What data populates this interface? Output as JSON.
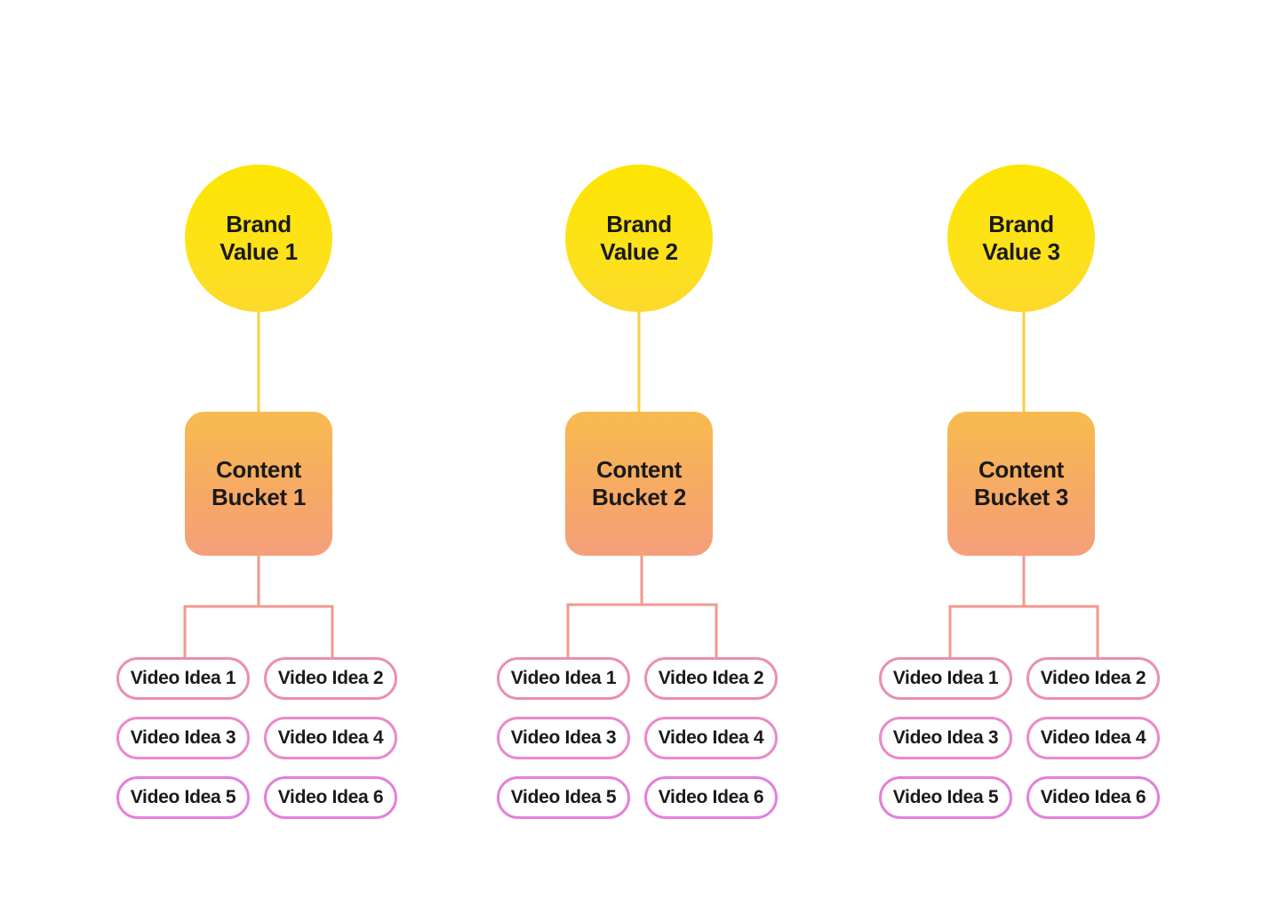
{
  "columns": [
    {
      "brand_value": "Brand Value 1",
      "content_bucket": "Content Bucket 1",
      "video_ideas": [
        "Video Idea 1",
        "Video Idea 2",
        "Video Idea 3",
        "Video Idea 4",
        "Video Idea 5",
        "Video Idea 6"
      ]
    },
    {
      "brand_value": "Brand Value 2",
      "content_bucket": "Content Bucket 2",
      "video_ideas": [
        "Video Idea 1",
        "Video Idea 2",
        "Video Idea 3",
        "Video Idea 4",
        "Video Idea 5",
        "Video Idea 6"
      ]
    },
    {
      "brand_value": "Brand Value 3",
      "content_bucket": "Content Bucket 3",
      "video_ideas": [
        "Video Idea 1",
        "Video Idea 2",
        "Video Idea 3",
        "Video Idea 4",
        "Video Idea 5",
        "Video Idea 6"
      ]
    }
  ],
  "colors": {
    "brand_circle": "#fde400",
    "bucket_top": "#f8bb4e",
    "bucket_bottom": "#f59f7c",
    "connector_upper": "#f9cf3f",
    "connector_lower": "#ef9a8c",
    "idea_border": "#e98ac9"
  }
}
